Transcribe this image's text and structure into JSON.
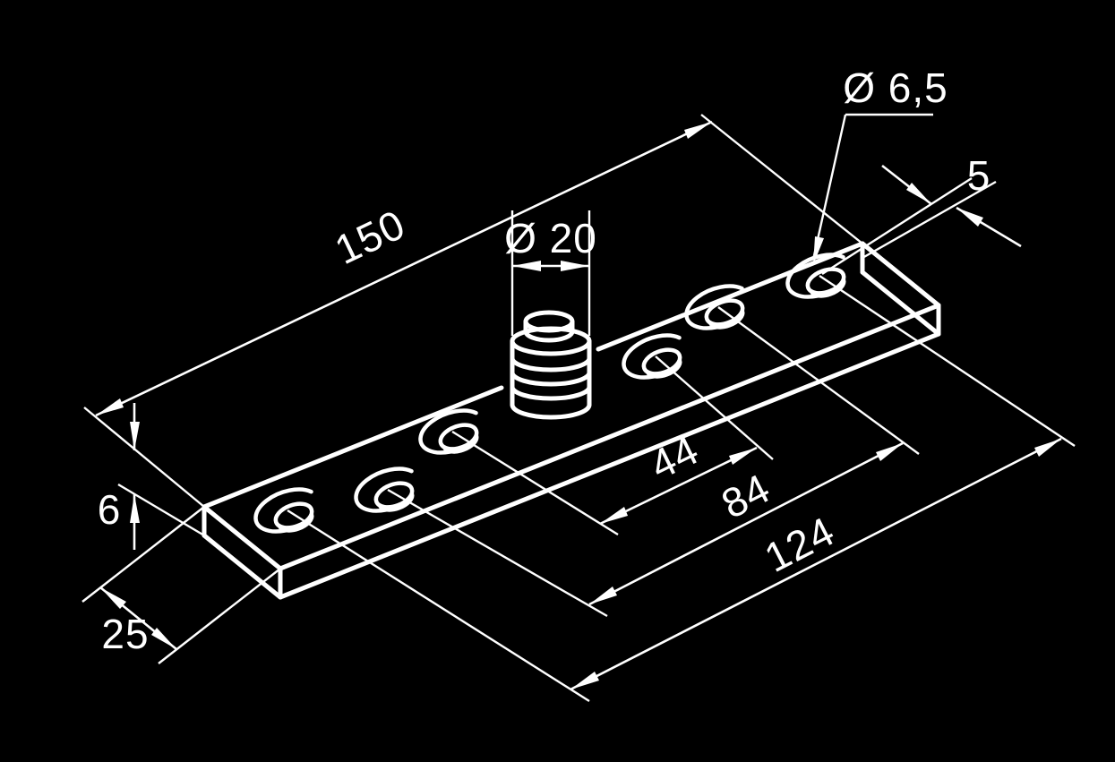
{
  "drawing": {
    "kind": "isometric technical drawing of a mounting plate with threaded stud",
    "background_color": "#000000",
    "line_color": "#ffffff",
    "dimensions": {
      "overall_length": "150",
      "stud_diameter": "Ø 20",
      "hole_diameter": "Ø 6,5",
      "end_offset": "5",
      "plate_thickness": "6",
      "plate_width": "25",
      "hole_pair_inner": "44",
      "hole_pair_middle": "84",
      "hole_pair_outer": "124"
    }
  }
}
